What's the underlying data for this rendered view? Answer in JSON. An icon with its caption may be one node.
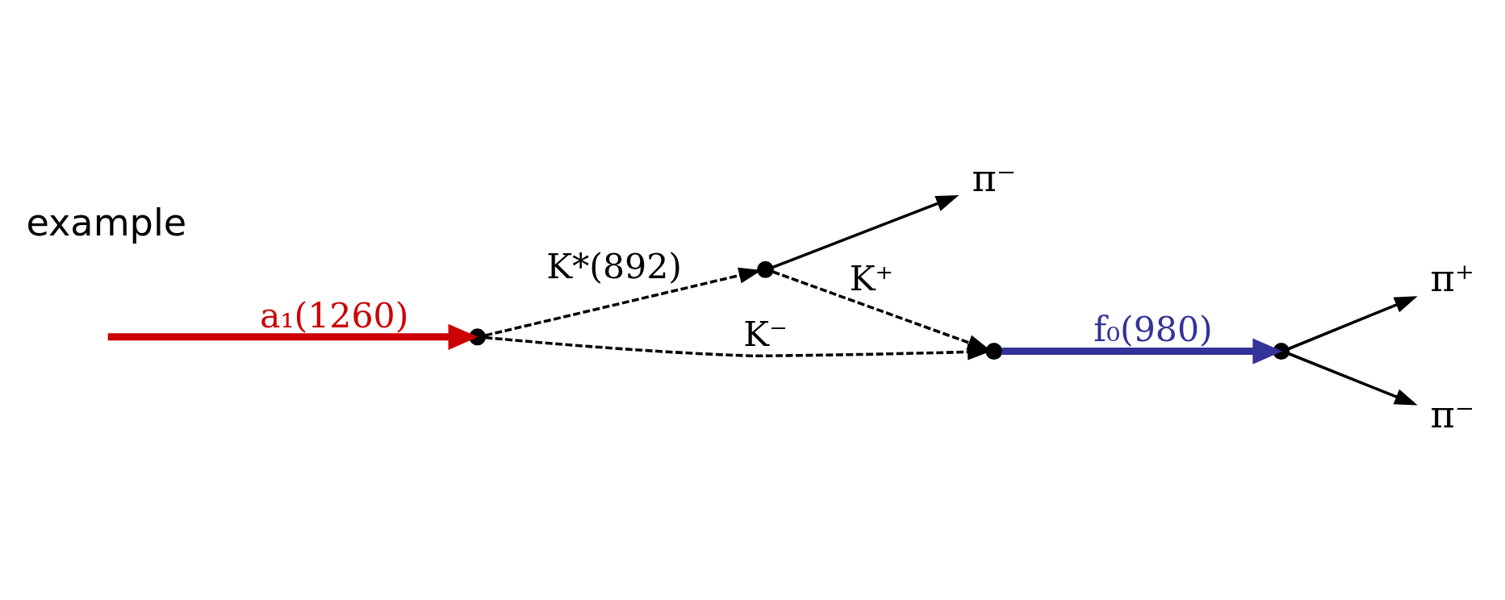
{
  "diagram": {
    "nodes": [
      {
        "text": [],
        "shape": "circle"
      },
      {
        "text": [],
        "shape": "circle"
      },
      {
        "text": [],
        "shape": "circle"
      },
      {
        "text": [],
        "shape": "circle"
      },
      {
        "text": [
          "π⁻"
        ]
      },
      {
        "text": [
          "π⁺"
        ]
      },
      {
        "text": [
          "π⁻"
        ]
      }
    ],
    "edges": [
      {
        "from": null,
        "to": 0,
        "arrow": "to",
        "label": "a₁(1260)",
        "style": "thick",
        "color": "#cc0000"
      },
      {
        "from": 0,
        "to": 1,
        "arrow": "to",
        "label": "K*(892)",
        "style": "dashed"
      },
      {
        "from": 0,
        "to": 2,
        "arrow": "to",
        "label": "K⁻",
        "style": "dashed"
      },
      {
        "from": 1,
        "to": 4,
        "arrow": "to"
      },
      {
        "from": 1,
        "to": 2,
        "arrow": "to",
        "label": "K⁺",
        "style": "dashed"
      },
      {
        "from": 2,
        "to": 3,
        "arrow": "to",
        "label": "f₀(980)",
        "style": "thick",
        "color": "#333399"
      },
      {
        "from": 3,
        "to": 5,
        "arrow": "to"
      },
      {
        "from": 3,
        "to": 6,
        "arrow": "to"
      }
    ],
    "labels": [
      "example"
    ]
  }
}
